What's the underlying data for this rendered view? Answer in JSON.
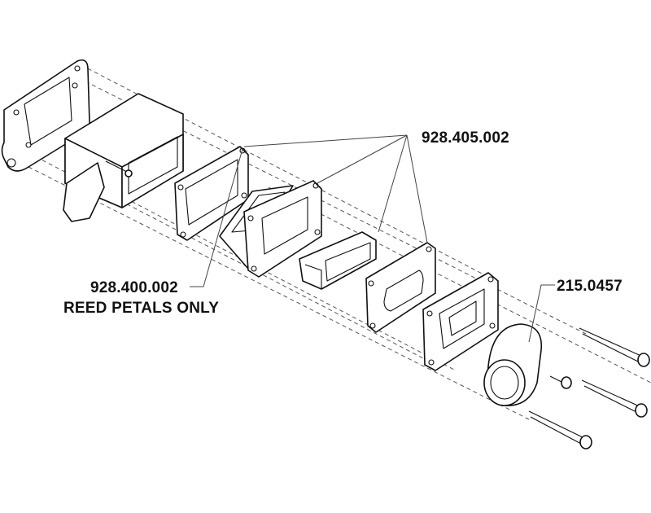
{
  "labels": {
    "part_reed_gasket": "928.405.002",
    "part_reed_petals_number": "928.400.002",
    "part_reed_petals_caption": "REED PETALS ONLY",
    "part_manifold": "215.0457"
  },
  "colors": {
    "line": "#111111",
    "dashed_guide": "#555555",
    "background": "#ffffff"
  }
}
